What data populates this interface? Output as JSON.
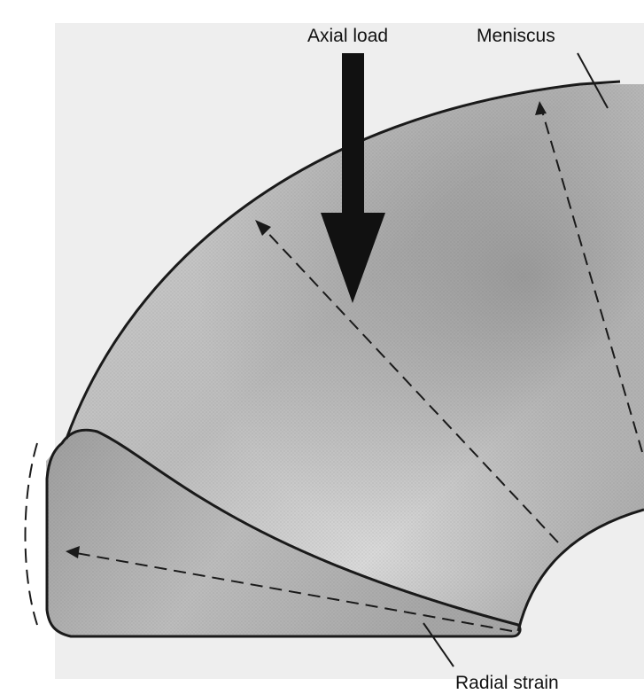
{
  "labels": {
    "axial_load": "Axial load",
    "meniscus": "Meniscus",
    "radial_strain": "Radial strain"
  },
  "colors": {
    "outline": "#1a1a1a",
    "fill_light": "#d8d8d8",
    "fill_mid": "#b8b8b8",
    "fill_dark": "#8f8f8f",
    "arrow": "#111111"
  }
}
